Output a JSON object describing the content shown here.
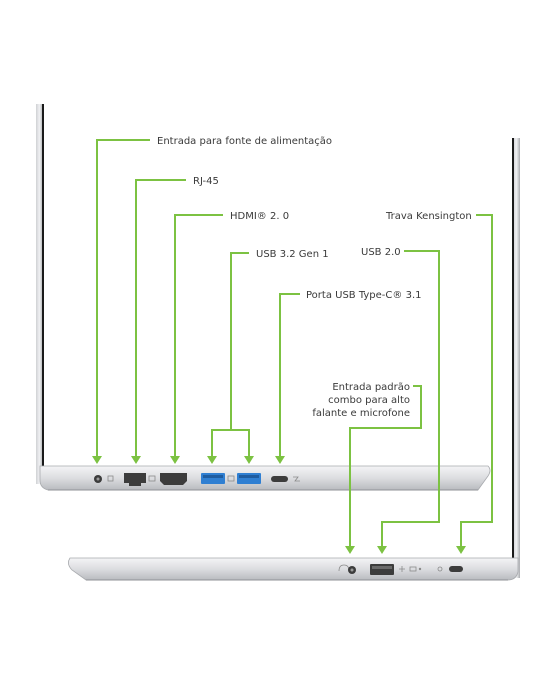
{
  "labels": {
    "power": "Entrada para fonte de alimentação",
    "rj45": "RJ-45",
    "hdmi": "HDMI® 2. 0",
    "usb32": "USB  3.2 Gen 1",
    "typec": "Porta USB Type-C® 3.1",
    "kensington": "Trava Kensington",
    "usb20": "USB 2.0",
    "audio_line1": "Entrada padrão",
    "audio_line2": "combo para alto",
    "audio_line3": "falante e microfone"
  },
  "colors": {
    "leader_line": "#7cc242",
    "usb3_port": "#2f7fd2",
    "chassis": "#dcdde0",
    "text": "#3a3a3a"
  },
  "icons": [
    "power-plug-icon",
    "network-icon",
    "hdmi-icon",
    "usb-ss-icon",
    "usb-icon",
    "thunderbolt-icon",
    "headset-icon",
    "kensington-lock-icon"
  ]
}
